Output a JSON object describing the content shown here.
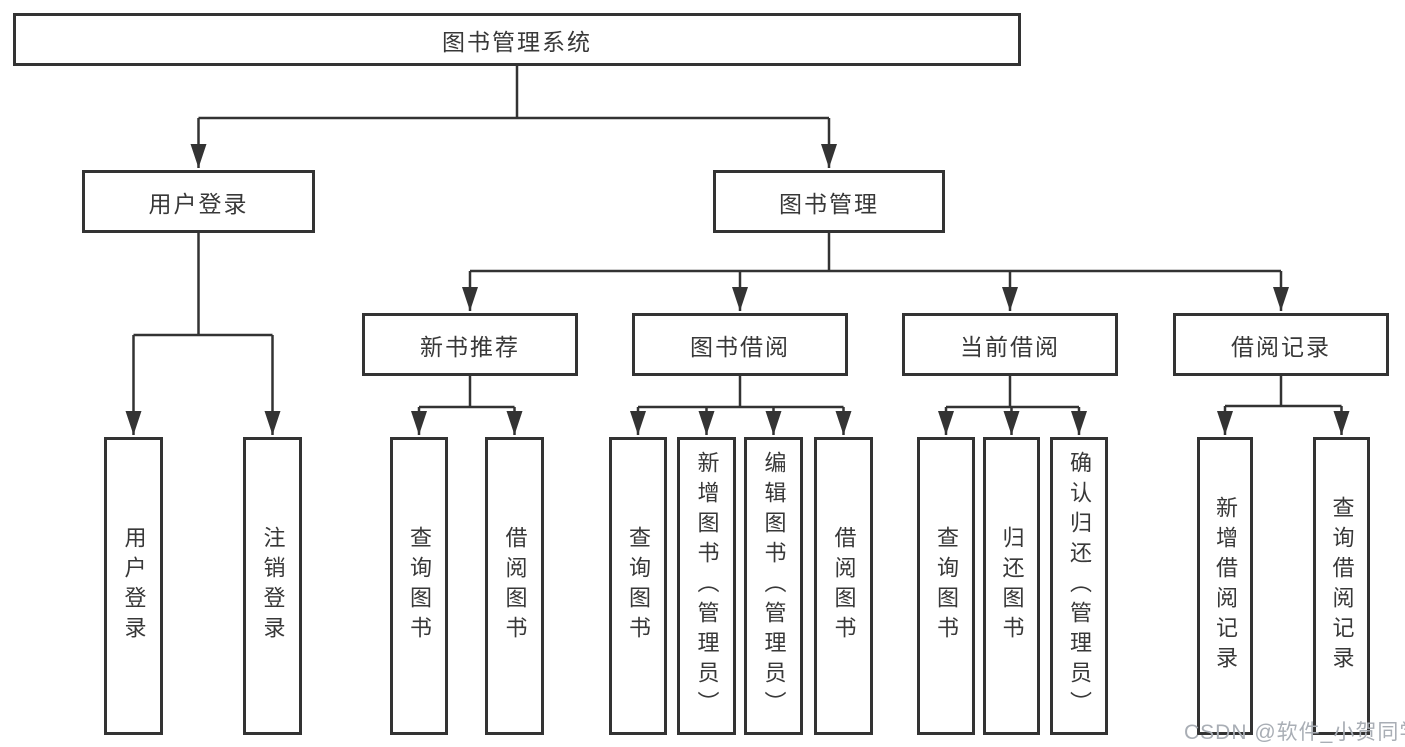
{
  "diagram_type": "hierarchy-tree",
  "colors": {
    "line": "#333333",
    "box_border": "#333333",
    "text": "#383838",
    "background": "#ffffff",
    "watermark": "#a9aeb5"
  },
  "tree": {
    "root": {
      "label": "图书管理系统",
      "children": [
        {
          "label": "用户登录",
          "children": [
            {
              "label": "用户登录"
            },
            {
              "label": "注销登录"
            }
          ]
        },
        {
          "label": "图书管理",
          "children": [
            {
              "label": "新书推荐",
              "children": [
                {
                  "label": "查询图书"
                },
                {
                  "label": "借阅图书"
                }
              ]
            },
            {
              "label": "图书借阅",
              "children": [
                {
                  "label": "查询图书"
                },
                {
                  "label": "新增图书（管理员）"
                },
                {
                  "label": "编辑图书（管理员）"
                },
                {
                  "label": "借阅图书"
                }
              ]
            },
            {
              "label": "当前借阅",
              "children": [
                {
                  "label": "查询图书"
                },
                {
                  "label": "归还图书"
                },
                {
                  "label": "确认归还（管理员）"
                }
              ]
            },
            {
              "label": "借阅记录",
              "children": [
                {
                  "label": "新增借阅记录"
                },
                {
                  "label": "查询借阅记录"
                }
              ]
            }
          ]
        }
      ]
    }
  },
  "watermark": {
    "text": "CSDN @软件_小贺同学"
  }
}
